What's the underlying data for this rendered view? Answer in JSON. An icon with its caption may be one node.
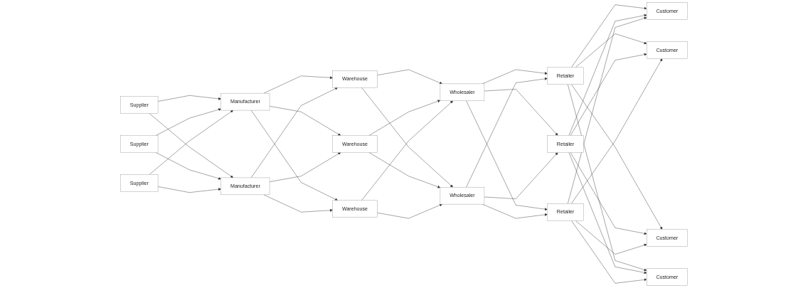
{
  "diagram": {
    "nodes": [
      {
        "text": [
          "Supplier"
        ]
      },
      {
        "text": [
          "Supplier"
        ]
      },
      {
        "text": [
          "Supplier"
        ]
      },
      {
        "text": [
          "Manufacturer"
        ]
      },
      {
        "text": [
          "Manufacturer"
        ]
      },
      {
        "text": [
          "Warehouse"
        ]
      },
      {
        "text": [
          "Warehouse"
        ]
      },
      {
        "text": [
          "Warehouse"
        ]
      },
      {
        "text": [
          "Wholesaler"
        ]
      },
      {
        "text": [
          "Wholesaler"
        ]
      },
      {
        "text": [
          "Retailer"
        ]
      },
      {
        "text": [
          "Retailer"
        ]
      },
      {
        "text": [
          "Retailer"
        ]
      },
      {
        "text": [
          "Customer"
        ]
      },
      {
        "text": [
          "Customer"
        ]
      },
      {
        "text": [
          "Customer"
        ]
      },
      {
        "text": [
          "Customer"
        ]
      }
    ],
    "edges": [
      {
        "from": 0,
        "to": 3,
        "arrow": "to"
      },
      {
        "from": 0,
        "to": 4,
        "arrow": "to"
      },
      {
        "from": 1,
        "to": 3,
        "arrow": "to"
      },
      {
        "from": 1,
        "to": 4,
        "arrow": "to"
      },
      {
        "from": 2,
        "to": 3,
        "arrow": "to"
      },
      {
        "from": 2,
        "to": 4,
        "arrow": "to"
      },
      {
        "from": 3,
        "to": 5,
        "arrow": "to"
      },
      {
        "from": 3,
        "to": 6,
        "arrow": "to"
      },
      {
        "from": 3,
        "to": 7,
        "arrow": "to"
      },
      {
        "from": 4,
        "to": 5,
        "arrow": "to"
      },
      {
        "from": 4,
        "to": 6,
        "arrow": "to"
      },
      {
        "from": 4,
        "to": 7,
        "arrow": "to"
      },
      {
        "from": 5,
        "to": 8,
        "arrow": "to"
      },
      {
        "from": 5,
        "to": 9,
        "arrow": "to"
      },
      {
        "from": 6,
        "to": 8,
        "arrow": "to"
      },
      {
        "from": 6,
        "to": 9,
        "arrow": "to"
      },
      {
        "from": 7,
        "to": 8,
        "arrow": "to"
      },
      {
        "from": 7,
        "to": 9,
        "arrow": "to"
      },
      {
        "from": 8,
        "to": 10,
        "arrow": "to"
      },
      {
        "from": 8,
        "to": 11,
        "arrow": "to"
      },
      {
        "from": 8,
        "to": 12,
        "arrow": "to"
      },
      {
        "from": 9,
        "to": 10,
        "arrow": "to"
      },
      {
        "from": 9,
        "to": 11,
        "arrow": "to"
      },
      {
        "from": 9,
        "to": 12,
        "arrow": "to"
      },
      {
        "from": 10,
        "to": 13,
        "arrow": "to"
      },
      {
        "from": 10,
        "to": 14,
        "arrow": "to"
      },
      {
        "from": 10,
        "to": 15,
        "arrow": "to"
      },
      {
        "from": 10,
        "to": 16,
        "arrow": "to"
      },
      {
        "from": 11,
        "to": 13,
        "arrow": "to"
      },
      {
        "from": 11,
        "to": 14,
        "arrow": "to"
      },
      {
        "from": 11,
        "to": 15,
        "arrow": "to"
      },
      {
        "from": 11,
        "to": 16,
        "arrow": "to"
      },
      {
        "from": 12,
        "to": 13,
        "arrow": "to"
      },
      {
        "from": 12,
        "to": 14,
        "arrow": "to"
      },
      {
        "from": 12,
        "to": 15,
        "arrow": "to"
      },
      {
        "from": 12,
        "to": 16,
        "arrow": "to"
      }
    ]
  }
}
